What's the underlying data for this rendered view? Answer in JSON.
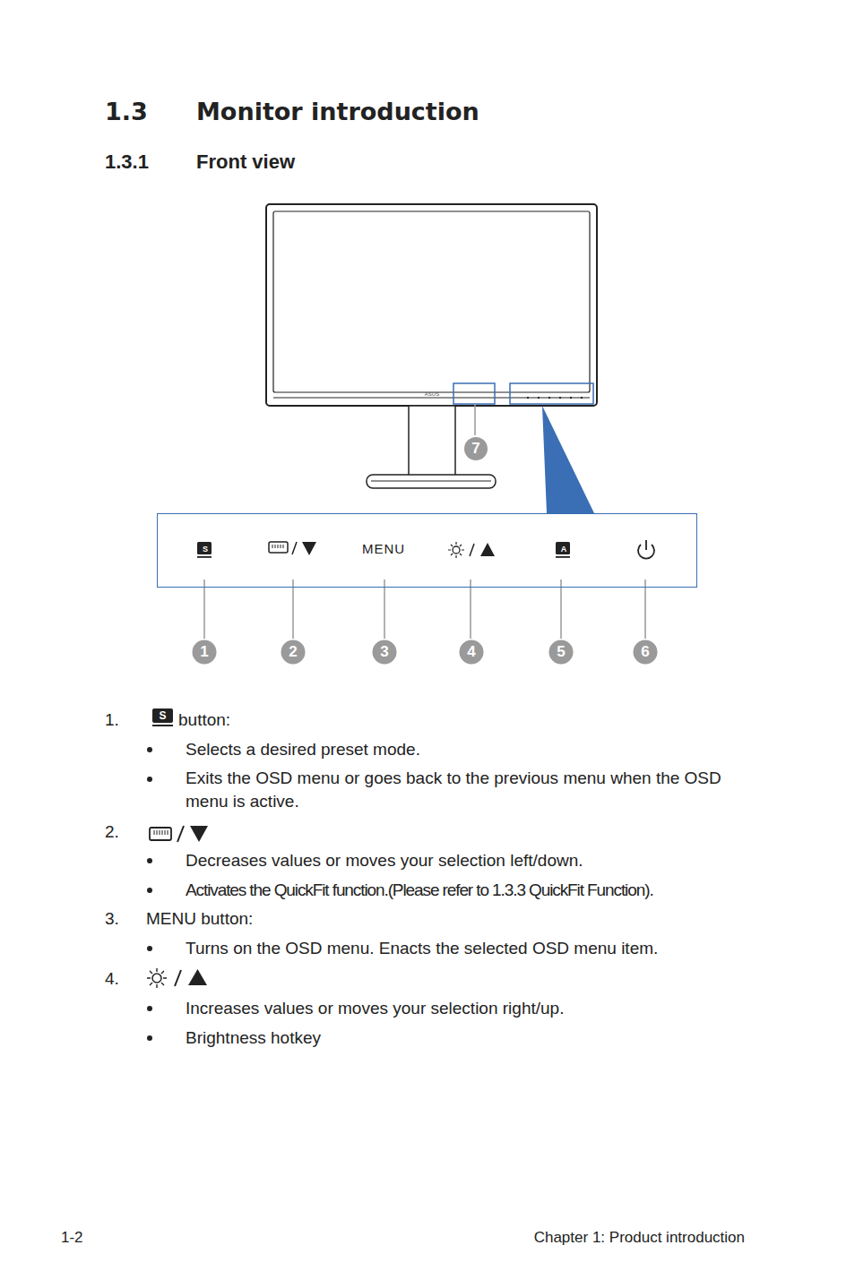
{
  "diagram": {
    "title": "Monitor introduction",
    "nodes": [
      {
        "text": [
          "S",
          "MENU",
          "A"
        ]
      }
    ],
    "labels": [
      "1.3",
      "1.3.1",
      "Front view",
      "ASUS",
      "1",
      "2",
      "3",
      "4",
      "5",
      "6",
      "7",
      "1.",
      "S",
      "button:",
      "Selects a desired preset mode.",
      "Exits the OSD menu or goes back to the previous menu when the OSD menu is active.",
      "2.",
      "Decreases values or moves your selection left/down.",
      "Activates the QuickFit function.(Please refer to 1.3.3 QuickFit Function).",
      "3.",
      "MENU button:",
      "Turns on the OSD menu. Enacts the selected OSD menu item.",
      "4.",
      "Increases values or moves your selection right/up.",
      "Brightness hotkey",
      "1-2",
      "Chapter 1: Product introduction"
    ]
  }
}
